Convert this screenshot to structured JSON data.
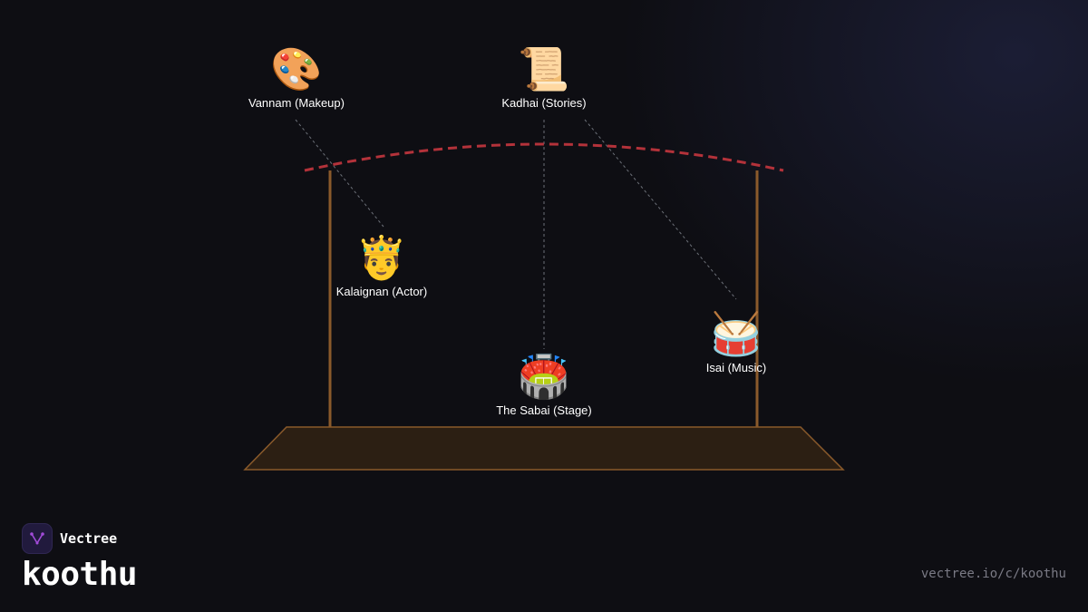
{
  "diagram": {
    "nodes": [
      {
        "id": "vannam",
        "icon": "🎨",
        "icon_name": "palette-icon",
        "label": "Vannam (Makeup)"
      },
      {
        "id": "kadhai",
        "icon": "📜",
        "icon_name": "scroll-icon",
        "label": "Kadhai (Stories)"
      },
      {
        "id": "kalaignan",
        "icon": "🤴",
        "icon_name": "prince-icon",
        "label": "Kalaignan (Actor)"
      },
      {
        "id": "isai",
        "icon": "🥁",
        "icon_name": "drum-icon",
        "label": "Isai (Music)"
      },
      {
        "id": "sabai",
        "icon": "🏟️",
        "icon_name": "stadium-icon",
        "label": "The Sabai (Stage)"
      }
    ],
    "colors": {
      "arch": "#b3323a",
      "pole": "#8a5a2b",
      "platform_fill": "#2c1f13",
      "platform_stroke": "#8a5a2b",
      "connector": "#6c7078"
    }
  },
  "brand": {
    "name": "Vectree",
    "product": "koothu",
    "logo_icon": "vectree-logo-icon",
    "logo_color": "#a24bd9"
  },
  "footer": {
    "url": "vectree.io/c/koothu"
  }
}
